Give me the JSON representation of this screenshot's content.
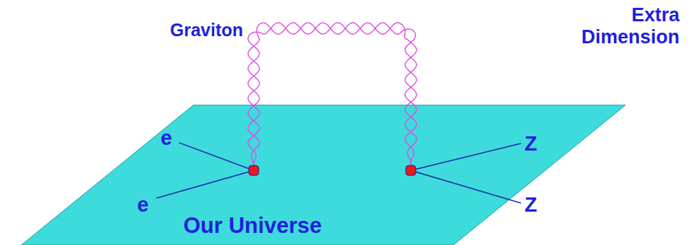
{
  "diagram": {
    "nodes": [
      {
        "text": [
          "Our Universe"
        ]
      }
    ],
    "labels": [
      "Graviton",
      "Extra Dimension",
      "e",
      "e",
      "Z",
      "Z"
    ]
  }
}
